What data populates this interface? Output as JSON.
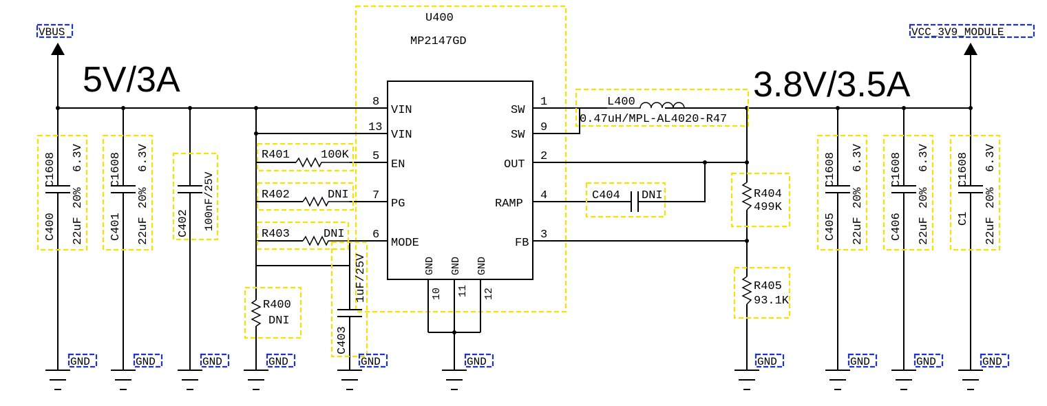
{
  "ic": {
    "ref": "U400",
    "part": "MP2147GD",
    "left_pins": [
      {
        "num": "8",
        "name": "VIN"
      },
      {
        "num": "13",
        "name": "VIN"
      },
      {
        "num": "5",
        "name": "EN"
      },
      {
        "num": "7",
        "name": "PG"
      },
      {
        "num": "6",
        "name": "MODE"
      }
    ],
    "right_pins": [
      {
        "num": "1",
        "name": "SW"
      },
      {
        "num": "9",
        "name": "SW"
      },
      {
        "num": "2",
        "name": "OUT"
      },
      {
        "num": "4",
        "name": "RAMP"
      },
      {
        "num": "3",
        "name": "FB"
      }
    ],
    "bottom_pins": [
      {
        "num": "10",
        "name": "GND"
      },
      {
        "num": "11",
        "name": "GND"
      },
      {
        "num": "12",
        "name": "GND"
      }
    ]
  },
  "nets": {
    "vin": "VBUS",
    "vout": "VCC_3V9_MODULE",
    "gnd": "GND"
  },
  "ratings": {
    "input": "5V/3A",
    "output": "3.8V/3.5A"
  },
  "inductor": {
    "ref": "L400",
    "value": "0.47uH/MPL-AL4020-R47"
  },
  "input_caps": [
    {
      "ref": "C400",
      "size": "C1608",
      "value": "22uF",
      "tol": "20%",
      "volt": "6.3V"
    },
    {
      "ref": "C401",
      "size": "C1608",
      "value": "22uF",
      "tol": "20%",
      "volt": "6.3V"
    }
  ],
  "c402": {
    "ref": "C402",
    "value": "100nF/25V"
  },
  "c403": {
    "ref": "C403",
    "value": "1uF/25V"
  },
  "c404": {
    "ref": "C404",
    "value": "DNI"
  },
  "output_caps": [
    {
      "ref": "C405",
      "size": "C1608",
      "value": "22uF",
      "tol": "20%",
      "volt": "6.3V"
    },
    {
      "ref": "C406",
      "size": "C1608",
      "value": "22uF",
      "tol": "20%",
      "volt": "6.3V"
    },
    {
      "ref": "C1",
      "size": "C1608",
      "value": "22uF",
      "tol": "20%",
      "volt": "6.3V"
    }
  ],
  "resistors": {
    "r401": {
      "ref": "R401",
      "value": "100K"
    },
    "r402": {
      "ref": "R402",
      "value": "DNI"
    },
    "r403": {
      "ref": "R403",
      "value": "DNI"
    },
    "r400": {
      "ref": "R400",
      "value": "DNI"
    },
    "r404": {
      "ref": "R404",
      "value": "499K"
    },
    "r405": {
      "ref": "R405",
      "value": "93.1K"
    }
  },
  "colors": {
    "highlight": "#f5e200",
    "net_label": "#1a33d6",
    "wire": "#000000"
  }
}
